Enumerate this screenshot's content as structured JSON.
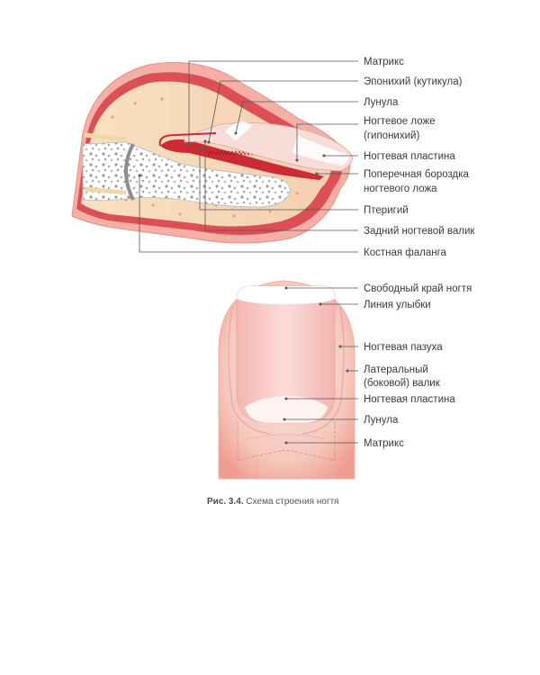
{
  "diagram_top": {
    "labels": {
      "matrix": "Матрикс",
      "eponychium": "Эпонихий (кутикула)",
      "lunula": "Лунула",
      "nail_bed_1": "Ногтевое ложе",
      "nail_bed_2": "(гипонихий)",
      "nail_plate": "Ногтевая пластина",
      "groove_1": "Поперечная бороздка",
      "groove_2": "ногтевого ложа",
      "pterygium": "Птеригий",
      "proximal_fold": "Задний ногтевой валик",
      "phalanx": "Костная фаланга"
    }
  },
  "diagram_bottom": {
    "labels": {
      "free_edge": "Свободный край ногтя",
      "smile_line": "Линия улыбки",
      "nail_sinus": "Ногтевая пазуха",
      "lateral_fold_1": "Латеральный",
      "lateral_fold_2": "(боковой) валик",
      "nail_plate": "Ногтевая пластина",
      "lunula": "Лунула",
      "matrix": "Матрикс"
    }
  },
  "caption": {
    "number": "Рис. 3.4.",
    "text": "Схема строения ногтя"
  },
  "colors": {
    "skin_outer": "#f4b9b0",
    "skin_dermis": "#f6d6b4",
    "skin_border": "#d94c52",
    "bone": "#ffffff",
    "nail_pink": "#f8d2d0",
    "matrix_red": "#cc2a35"
  }
}
